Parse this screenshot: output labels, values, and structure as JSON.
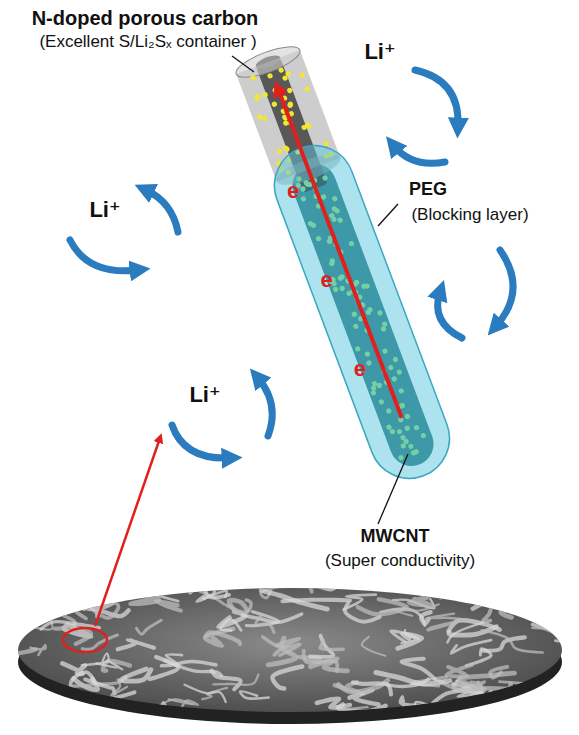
{
  "diagram": {
    "labels": [
      "N-doped porous carbon",
      "(Excellent S/Li₂Sₓ container )",
      "Li⁺",
      "PEG",
      "(Blocking layer)",
      "Li⁺",
      "e",
      "e",
      "e",
      "Li⁺",
      "MWCNT",
      "(Super conductivity)"
    ]
  }
}
